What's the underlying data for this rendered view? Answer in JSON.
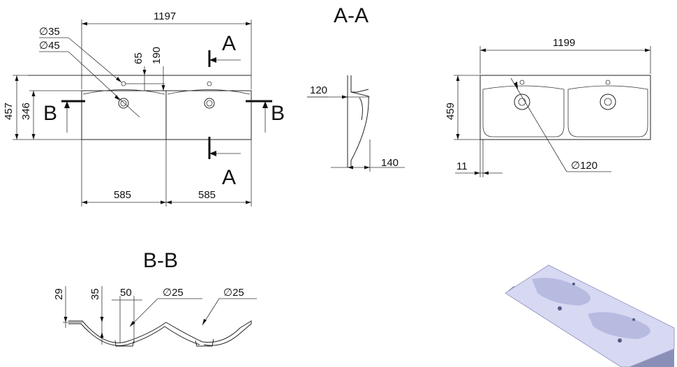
{
  "top_view": {
    "width": "1197",
    "depth": "457",
    "inner_depth": "346",
    "hole_small": "35",
    "hole_large": "45",
    "offset_65": "65",
    "offset_190": "190",
    "bowl_left": "585",
    "bowl_right": "585",
    "cut_a_top": "A",
    "cut_a_bottom": "A",
    "cut_b_left": "B",
    "cut_b_right": "B"
  },
  "section_aa": {
    "title": "A-A",
    "height": "120",
    "depth": "140"
  },
  "front_view": {
    "width": "1199",
    "height": "459",
    "edge": "11",
    "drain": "120"
  },
  "section_bb": {
    "title": "B-B",
    "h29": "29",
    "h35": "35",
    "w50": "50",
    "d25_left": "25",
    "d25_right": "25"
  },
  "symbols": {
    "diameter": "∅"
  },
  "render": {
    "tint_top": "#d7d9f3",
    "tint_side": "#8a8fb8"
  }
}
